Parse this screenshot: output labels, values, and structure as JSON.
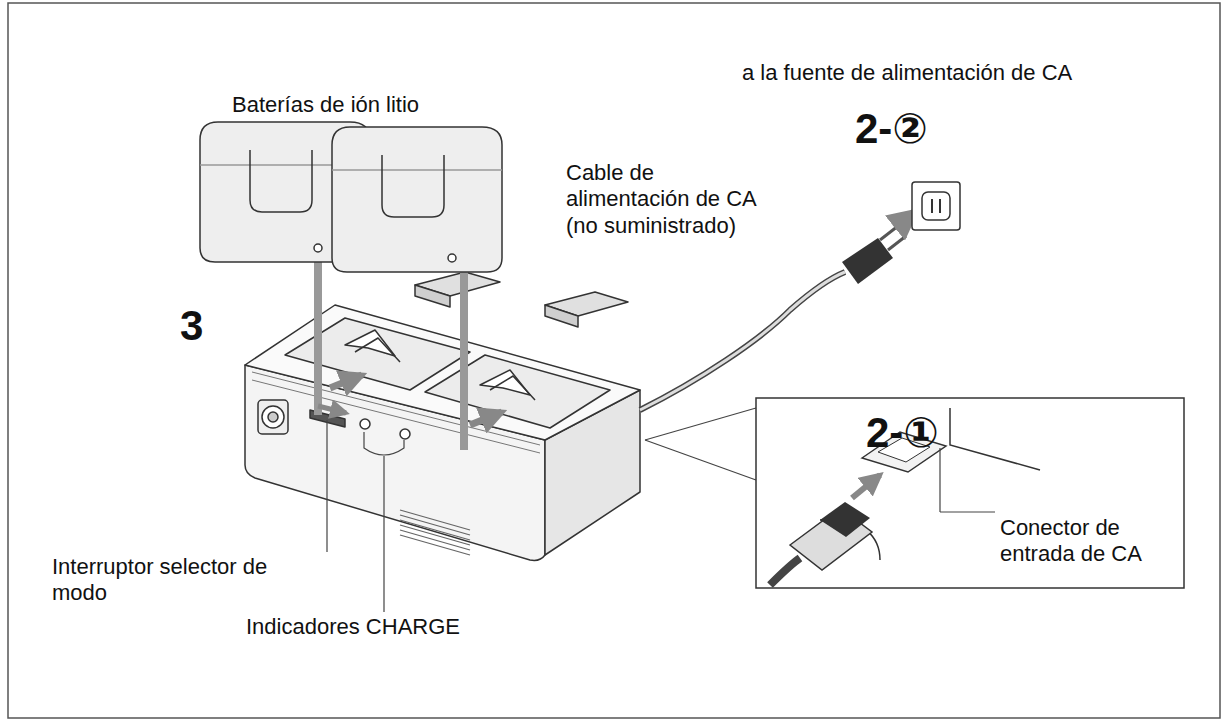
{
  "diagram": {
    "labels": [
      "Baterías de ión litio",
      "a la fuente de alimentación de CA",
      "2-②",
      "Cable de alimentación de CA (no suministrado)",
      "3",
      "2-①",
      "Conector de entrada de CA",
      "Interruptor selector de modo",
      "Indicadores CHARGE"
    ]
  }
}
